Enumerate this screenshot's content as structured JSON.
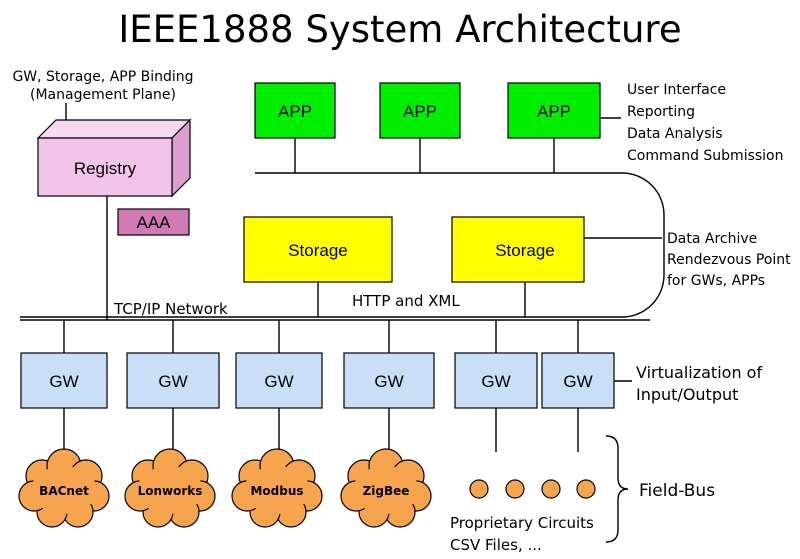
{
  "title": "IEEE1888 System Architecture",
  "management_label": [
    "GW, Storage, APP Binding",
    "(Management Plane)"
  ],
  "registry": "Registry",
  "aaa": "AAA",
  "apps": [
    "APP",
    "APP",
    "APP"
  ],
  "app_notes": [
    "User Interface",
    "Reporting",
    "Data Analysis",
    "Command Submission"
  ],
  "storages": [
    "Storage",
    "Storage"
  ],
  "storage_notes": [
    "Data Archive",
    "Rendezvous Point",
    "for GWs, APPs"
  ],
  "network_labels": {
    "tcpip": "TCP/IP Network",
    "http_xml": "HTTP and XML"
  },
  "gateways": [
    "GW",
    "GW",
    "GW",
    "GW",
    "GW",
    "GW"
  ],
  "gw_notes": [
    "Virtualization of",
    "Input/Output"
  ],
  "fieldbuses": [
    "BACnet",
    "Lonworks",
    "Modbus",
    "ZigBee"
  ],
  "fieldbus_label": "Field-Bus",
  "proprietary_notes": [
    "Proprietary Circuits",
    "CSV Files, ..."
  ],
  "colors": {
    "app": "#00ee00",
    "storage": "#ffff00",
    "registry": "#f3c4ea",
    "aaa": "#d07bb6",
    "gw": "#c9dff7",
    "cloud": "#f7a44f",
    "circle": "#f7a44f"
  }
}
